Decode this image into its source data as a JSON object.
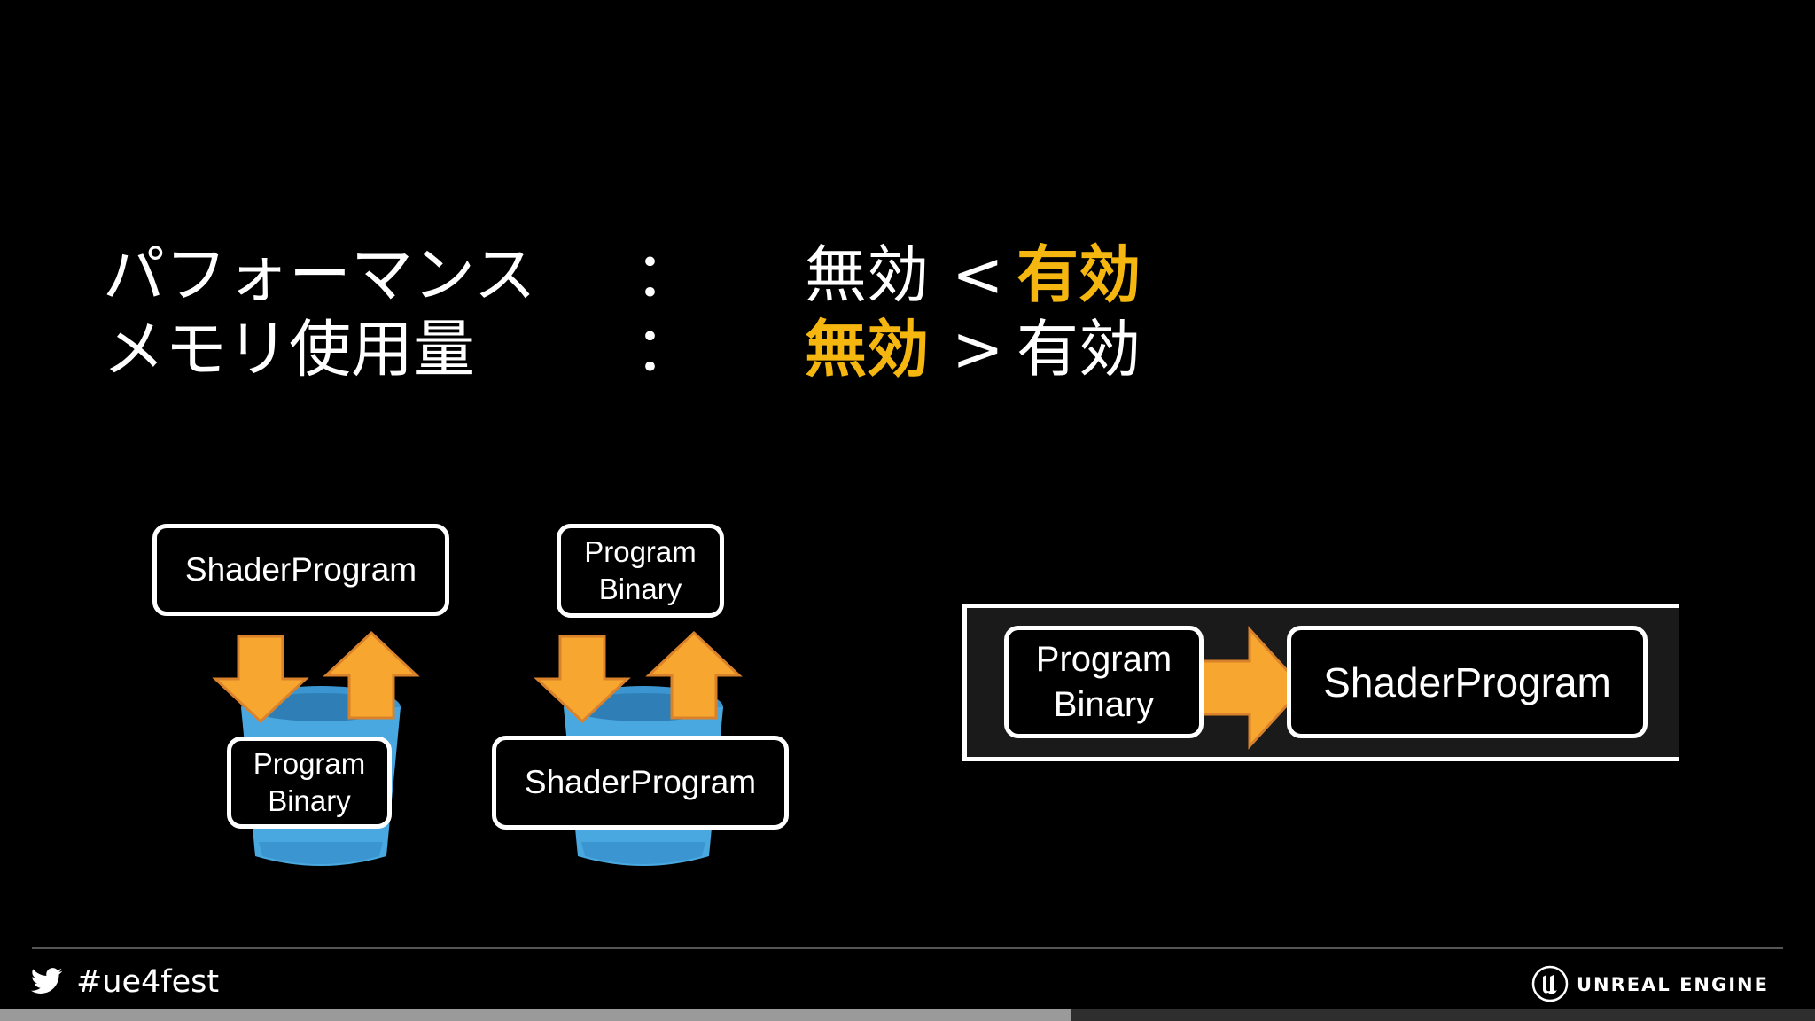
{
  "comparison": {
    "row1": {
      "label": "パフォーマンス",
      "colon": "：",
      "left": "無効",
      "op": "<",
      "right": "有効"
    },
    "row2": {
      "label": "メモリ使用量",
      "colon": "：",
      "left": "無効",
      "op": ">",
      "right": "有効"
    }
  },
  "diagram": {
    "a": {
      "top_box": "ShaderProgram",
      "cache_box_line1": "Program",
      "cache_box_line2": "Binary"
    },
    "b": {
      "top_box_line1": "Program",
      "top_box_line2": "Binary",
      "cache_box": "ShaderProgram"
    },
    "c": {
      "source_line1": "Program",
      "source_line2": "Binary",
      "target": "ShaderProgram"
    }
  },
  "footer": {
    "hashtag": "#ue4fest",
    "brand": "UNREAL ENGINE",
    "progress": 0.59,
    "icons": [
      "twitter-bird-icon",
      "unreal-engine-logo-icon"
    ]
  },
  "colors": {
    "highlight": "#f5b70f",
    "arrow_fill": "#f7a72f",
    "arrow_stroke": "#d9822b",
    "cup": "#4aa8e0",
    "background": "#000000"
  }
}
